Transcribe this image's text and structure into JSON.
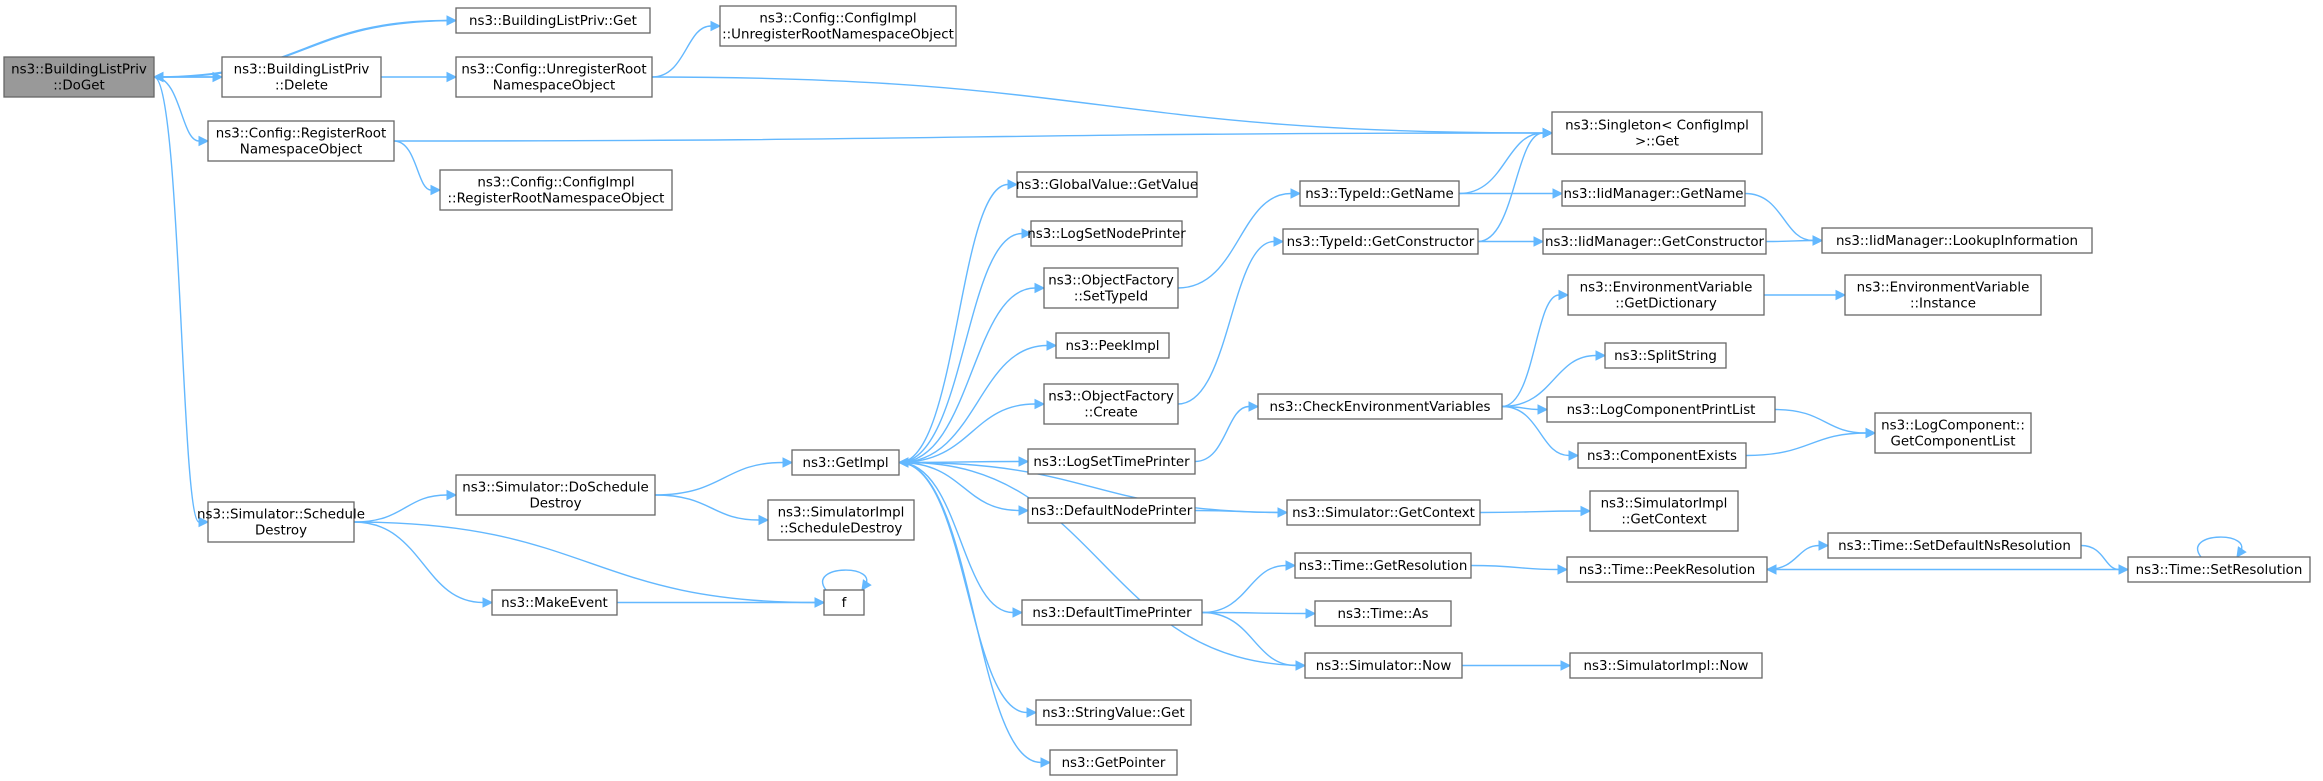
{
  "nodes": [
    {
      "id": "n0",
      "lines": [
        "ns3::BuildingListPriv",
        "::DoGet"
      ],
      "root": true
    },
    {
      "id": "n1",
      "lines": [
        "ns3::BuildingListPriv::Get"
      ]
    },
    {
      "id": "n2",
      "lines": [
        "ns3::BuildingListPriv",
        "::Delete"
      ]
    },
    {
      "id": "n3",
      "lines": [
        "ns3::Config::RegisterRoot",
        "NamespaceObject"
      ]
    },
    {
      "id": "n4",
      "lines": [
        "ns3::Simulator::Schedule",
        "Destroy"
      ]
    },
    {
      "id": "n5",
      "lines": [
        "ns3::Config::UnregisterRoot",
        "NamespaceObject"
      ]
    },
    {
      "id": "n6",
      "lines": [
        "ns3::Config::ConfigImpl",
        "::UnregisterRootNamespaceObject"
      ]
    },
    {
      "id": "n7",
      "lines": [
        "ns3::Singleton< ConfigImpl",
        " >::Get"
      ]
    },
    {
      "id": "n8",
      "lines": [
        "ns3::Config::ConfigImpl",
        "::RegisterRootNamespaceObject"
      ]
    },
    {
      "id": "n9",
      "lines": [
        "ns3::Simulator::DoSchedule",
        "Destroy"
      ]
    },
    {
      "id": "n10",
      "lines": [
        "ns3::MakeEvent"
      ]
    },
    {
      "id": "n11",
      "lines": [
        "f"
      ]
    },
    {
      "id": "n12",
      "lines": [
        "ns3::GetImpl"
      ]
    },
    {
      "id": "n13",
      "lines": [
        "ns3::SimulatorImpl",
        "::ScheduleDestroy"
      ]
    },
    {
      "id": "n14",
      "lines": [
        "ns3::GlobalValue::GetValue"
      ]
    },
    {
      "id": "n15",
      "lines": [
        "ns3::LogSetNodePrinter"
      ]
    },
    {
      "id": "n16",
      "lines": [
        "ns3::ObjectFactory",
        "::SetTypeId"
      ]
    },
    {
      "id": "n17",
      "lines": [
        "ns3::PeekImpl"
      ]
    },
    {
      "id": "n18",
      "lines": [
        "ns3::ObjectFactory",
        "::Create"
      ]
    },
    {
      "id": "n19",
      "lines": [
        "ns3::LogSetTimePrinter"
      ]
    },
    {
      "id": "n20",
      "lines": [
        "ns3::DefaultNodePrinter"
      ]
    },
    {
      "id": "n21",
      "lines": [
        "ns3::DefaultTimePrinter"
      ]
    },
    {
      "id": "n22",
      "lines": [
        "ns3::StringValue::Get"
      ]
    },
    {
      "id": "n23",
      "lines": [
        "ns3::GetPointer"
      ]
    },
    {
      "id": "n24",
      "lines": [
        "ns3::TypeId::GetName"
      ]
    },
    {
      "id": "n25",
      "lines": [
        "ns3::TypeId::GetConstructor"
      ]
    },
    {
      "id": "n26",
      "lines": [
        "ns3::CheckEnvironmentVariables"
      ]
    },
    {
      "id": "n27",
      "lines": [
        "ns3::Simulator::GetContext"
      ]
    },
    {
      "id": "n28",
      "lines": [
        "ns3::Time::GetResolution"
      ]
    },
    {
      "id": "n29",
      "lines": [
        "ns3::Time::As"
      ]
    },
    {
      "id": "n30",
      "lines": [
        "ns3::Simulator::Now"
      ]
    },
    {
      "id": "n31",
      "lines": [
        "ns3::IidManager::GetName"
      ]
    },
    {
      "id": "n32",
      "lines": [
        "ns3::IidManager::GetConstructor"
      ]
    },
    {
      "id": "n33",
      "lines": [
        "ns3::IidManager::LookupInformation"
      ]
    },
    {
      "id": "n34",
      "lines": [
        "ns3::EnvironmentVariable",
        "::GetDictionary"
      ]
    },
    {
      "id": "n35",
      "lines": [
        "ns3::EnvironmentVariable",
        "::Instance"
      ]
    },
    {
      "id": "n36",
      "lines": [
        "ns3::SplitString"
      ]
    },
    {
      "id": "n37",
      "lines": [
        "ns3::LogComponentPrintList"
      ]
    },
    {
      "id": "n38",
      "lines": [
        "ns3::ComponentExists"
      ]
    },
    {
      "id": "n39",
      "lines": [
        "ns3::LogComponent::",
        "GetComponentList"
      ]
    },
    {
      "id": "n40",
      "lines": [
        "ns3::SimulatorImpl",
        "::GetContext"
      ]
    },
    {
      "id": "n41",
      "lines": [
        "ns3::Time::PeekResolution"
      ]
    },
    {
      "id": "n42",
      "lines": [
        "ns3::SimulatorImpl::Now"
      ]
    },
    {
      "id": "n43",
      "lines": [
        "ns3::Time::SetDefaultNsResolution"
      ]
    },
    {
      "id": "n44",
      "lines": [
        "ns3::Time::SetResolution"
      ]
    }
  ],
  "edges": [
    [
      "n0",
      "n1"
    ],
    [
      "n0",
      "n2"
    ],
    [
      "n0",
      "n3"
    ],
    [
      "n0",
      "n4"
    ],
    [
      "n1",
      "n0"
    ],
    [
      "n2",
      "n0"
    ],
    [
      "n2",
      "n5"
    ],
    [
      "n5",
      "n6"
    ],
    [
      "n5",
      "n7"
    ],
    [
      "n3",
      "n7"
    ],
    [
      "n3",
      "n8"
    ],
    [
      "n4",
      "n9"
    ],
    [
      "n4",
      "n10"
    ],
    [
      "n4",
      "n11"
    ],
    [
      "n10",
      "n11"
    ],
    [
      "n11",
      "n11"
    ],
    [
      "n9",
      "n12"
    ],
    [
      "n9",
      "n13"
    ],
    [
      "n12",
      "n14"
    ],
    [
      "n12",
      "n15"
    ],
    [
      "n12",
      "n16"
    ],
    [
      "n12",
      "n17"
    ],
    [
      "n12",
      "n18"
    ],
    [
      "n12",
      "n19"
    ],
    [
      "n12",
      "n20"
    ],
    [
      "n12",
      "n21"
    ],
    [
      "n12",
      "n22"
    ],
    [
      "n12",
      "n23"
    ],
    [
      "n16",
      "n24"
    ],
    [
      "n18",
      "n25"
    ],
    [
      "n19",
      "n26"
    ],
    [
      "n20",
      "n27"
    ],
    [
      "n21",
      "n28"
    ],
    [
      "n21",
      "n29"
    ],
    [
      "n21",
      "n30"
    ],
    [
      "n24",
      "n7"
    ],
    [
      "n24",
      "n31"
    ],
    [
      "n25",
      "n7"
    ],
    [
      "n25",
      "n32"
    ],
    [
      "n31",
      "n33"
    ],
    [
      "n32",
      "n33"
    ],
    [
      "n26",
      "n34"
    ],
    [
      "n26",
      "n36"
    ],
    [
      "n26",
      "n37"
    ],
    [
      "n26",
      "n38"
    ],
    [
      "n34",
      "n35"
    ],
    [
      "n37",
      "n39"
    ],
    [
      "n38",
      "n39"
    ],
    [
      "n27",
      "n12"
    ],
    [
      "n27",
      "n40"
    ],
    [
      "n28",
      "n41"
    ],
    [
      "n30",
      "n12"
    ],
    [
      "n30",
      "n42"
    ],
    [
      "n41",
      "n43"
    ],
    [
      "n43",
      "n44"
    ],
    [
      "n44",
      "n41"
    ],
    [
      "n44",
      "n44"
    ]
  ]
}
